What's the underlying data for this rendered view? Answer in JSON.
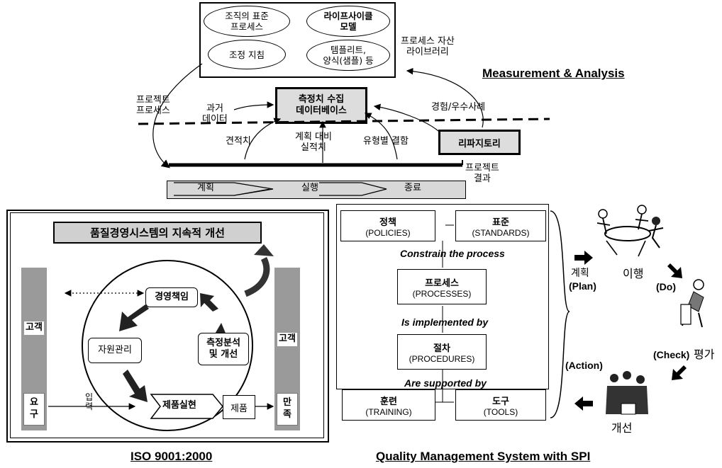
{
  "top_panel": {
    "assets": {
      "org_standard_process": "조직의 표준\n프로세스",
      "lifecycle_model": "라이프사이클\n모델",
      "tailoring_guide": "조정 지침",
      "templates_samples": "템플리트,\n양식(샘플) 등"
    },
    "process_asset_library": "프로세스 자산\n라이브러리",
    "measurement_analysis_title": "Measurement & Analysis",
    "project_process": "프로젝트\n프로세스",
    "past_data": "과거\n데이터",
    "measure_db": "측정치 수집\n데이터베이스",
    "experience_best_practice": "경험/우수사례",
    "estimate": "견적치",
    "plan_vs_actual": "계획 대비\n실적치",
    "defect_by_type": "유형별 결함",
    "repository": "리파지토리",
    "project_result": "프로젝트\n결과",
    "phases": [
      "계획",
      "실행",
      "종료"
    ]
  },
  "iso_panel": {
    "title": "품질경영시스템의 지속적 개선",
    "customer_left": "고객",
    "requirement": "요\n구",
    "customer_right": "고객",
    "satisfaction": "만\n족",
    "management_responsibility": "경영책임",
    "resource_management": "자원관리",
    "measurement_analysis_improvement": "측정분석\n및 개선",
    "product_realization": "제품실현",
    "product": "제품",
    "input": "입\n력",
    "caption": "ISO 9001:2000"
  },
  "qms_panel": {
    "policies_kr": "정책",
    "policies_en": "(POLICIES)",
    "standards_kr": "표준",
    "standards_en": "(STANDARDS)",
    "constrain": "Constrain the process",
    "processes_kr": "프로세스",
    "processes_en": "(PROCESSES)",
    "implemented": "Is implemented by",
    "procedures_kr": "절차",
    "procedures_en": "(PROCEDURES)",
    "supported": "Are supported by",
    "training_kr": "훈련",
    "training_en": "(TRAINING)",
    "tools_kr": "도구",
    "tools_en": "(TOOLS)",
    "caption": "Quality Management System with SPI"
  },
  "pdca": {
    "plan_kr": "계획",
    "plan_en": "(Plan)",
    "do_kr": "이행",
    "do_en": "(Do)",
    "check_en": "(Check)",
    "check_kr": "평가",
    "action_en": "(Action)",
    "action_kr": "개선"
  }
}
